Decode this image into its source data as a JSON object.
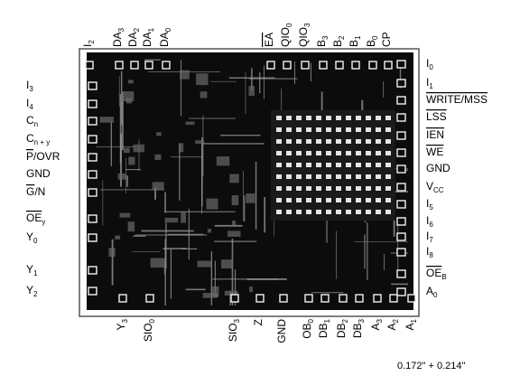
{
  "figure": {
    "dimensions_caption": "0.172\" + 0.214\"",
    "colors": {
      "die": "#0c0c0c",
      "frame": "#f2f2f2",
      "trace": "#9a9a9a",
      "label": "#000000"
    }
  },
  "pins": {
    "top": [
      {
        "id": "I2",
        "base": "I",
        "sub": "2"
      },
      {
        "id": "DA3",
        "base": "DA",
        "sub": "3"
      },
      {
        "id": "DA2",
        "base": "DA",
        "sub": "2"
      },
      {
        "id": "DA1",
        "base": "DA",
        "sub": "1"
      },
      {
        "id": "DA0",
        "base": "DA",
        "sub": "0"
      },
      {
        "id": "EA",
        "base": "EA",
        "sub": "",
        "overline": true
      },
      {
        "id": "QIO0",
        "base": "QIO",
        "sub": "0"
      },
      {
        "id": "QIO3",
        "base": "QIO",
        "sub": "3"
      },
      {
        "id": "B3",
        "base": "B",
        "sub": "3"
      },
      {
        "id": "B2",
        "base": "B",
        "sub": "2"
      },
      {
        "id": "B1",
        "base": "B",
        "sub": "1"
      },
      {
        "id": "B0",
        "base": "B",
        "sub": "0"
      },
      {
        "id": "CP",
        "base": "CP",
        "sub": ""
      }
    ],
    "left": [
      {
        "id": "I3",
        "base": "I",
        "sub": "3"
      },
      {
        "id": "I4",
        "base": "I",
        "sub": "4"
      },
      {
        "id": "Cn",
        "base": "C",
        "sub": "n"
      },
      {
        "id": "Cn+y",
        "base": "C",
        "sub": "n + y"
      },
      {
        "id": "P/OVR",
        "base": "P/OVR",
        "sub": "",
        "overline_part": "P"
      },
      {
        "id": "GND-left",
        "base": "GND",
        "sub": ""
      },
      {
        "id": "G/N",
        "base": "G/N",
        "sub": "",
        "overline_part": "G"
      },
      {
        "id": "OEy",
        "base": "OE",
        "sub": "y",
        "overline": true
      },
      {
        "id": "Y0",
        "base": "Y",
        "sub": "0"
      },
      {
        "id": "Y1",
        "base": "Y",
        "sub": "1"
      },
      {
        "id": "Y2",
        "base": "Y",
        "sub": "2"
      }
    ],
    "right": [
      {
        "id": "I0",
        "base": "I",
        "sub": "0"
      },
      {
        "id": "I1",
        "base": "I",
        "sub": "1"
      },
      {
        "id": "WRITE/MSS",
        "base": "WRITE/MSS",
        "sub": "",
        "overline": true
      },
      {
        "id": "LSS",
        "base": "LSS",
        "sub": "",
        "overline": true
      },
      {
        "id": "IEN",
        "base": "IEN",
        "sub": "",
        "overline": true
      },
      {
        "id": "WE",
        "base": "WE",
        "sub": "",
        "overline": true
      },
      {
        "id": "GND-right",
        "base": "GND",
        "sub": ""
      },
      {
        "id": "VCC",
        "base": "V",
        "sub": "CC"
      },
      {
        "id": "I5",
        "base": "I",
        "sub": "5"
      },
      {
        "id": "I6",
        "base": "I",
        "sub": "6"
      },
      {
        "id": "I7",
        "base": "I",
        "sub": "7"
      },
      {
        "id": "I8",
        "base": "I",
        "sub": "8"
      },
      {
        "id": "OEB",
        "base": "OE",
        "sub": "B",
        "overline": true
      },
      {
        "id": "A0",
        "base": "A",
        "sub": "0"
      }
    ],
    "bottom": [
      {
        "id": "Y3",
        "base": "Y",
        "sub": "3"
      },
      {
        "id": "SIO0",
        "base": "SIO",
        "sub": "0"
      },
      {
        "id": "SIO3",
        "base": "SIO",
        "sub": "3"
      },
      {
        "id": "Z",
        "base": "Z",
        "sub": ""
      },
      {
        "id": "GND-bottom",
        "base": "GND",
        "sub": ""
      },
      {
        "id": "OB0",
        "base": "OB",
        "sub": "0"
      },
      {
        "id": "DB1",
        "base": "DB",
        "sub": "1"
      },
      {
        "id": "DB2",
        "base": "DB",
        "sub": "2"
      },
      {
        "id": "DB3",
        "base": "DB",
        "sub": "3"
      },
      {
        "id": "A3",
        "base": "A",
        "sub": "3"
      },
      {
        "id": "A2",
        "base": "A",
        "sub": "2"
      },
      {
        "id": "A1",
        "base": "A",
        "sub": "1"
      }
    ]
  }
}
